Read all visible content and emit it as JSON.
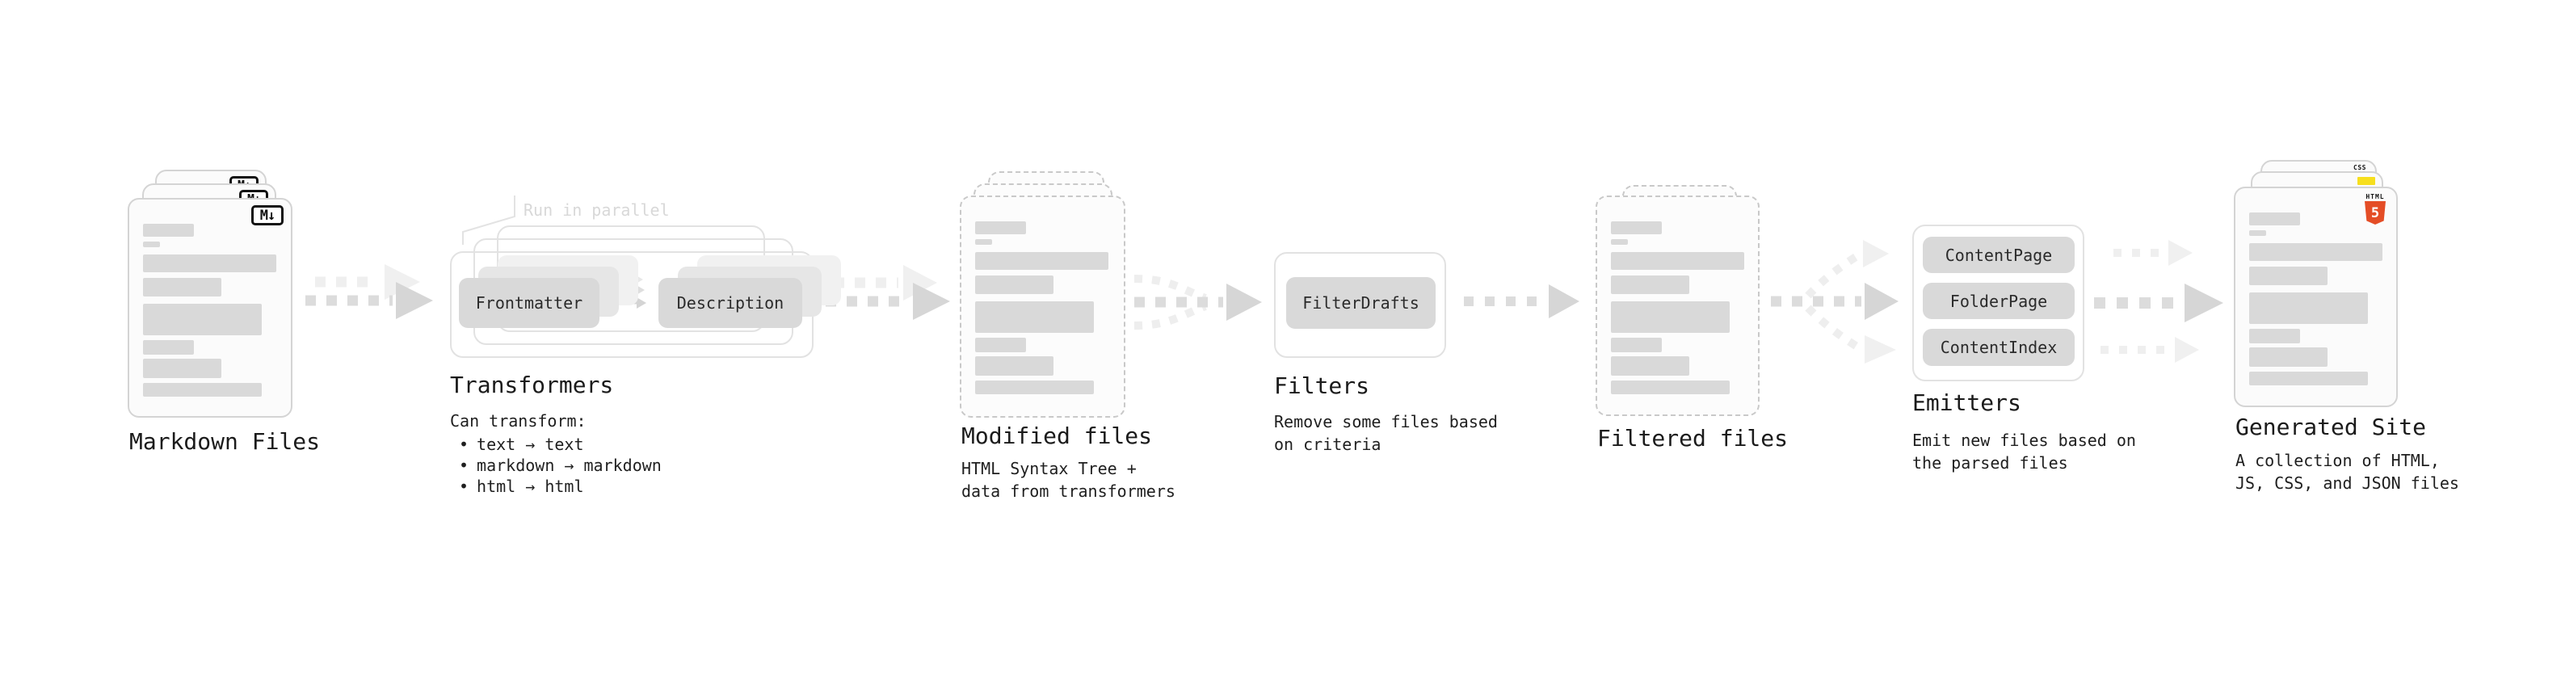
{
  "stages": {
    "markdown_files": {
      "label": "Markdown Files",
      "icon_label": "M↓"
    },
    "transformers": {
      "label": "Transformers",
      "parallel_note": "Run in parallel",
      "box_left": "Frontmatter",
      "box_right": "Description",
      "can_transform_title": "Can transform:",
      "bullet_glyph": "•",
      "bullets": [
        "text → text",
        "markdown → markdown",
        "html → html"
      ]
    },
    "modified_files": {
      "label": "Modified files",
      "caption": "HTML Syntax Tree +\ndata from transformers"
    },
    "filters": {
      "label": "Filters",
      "box": "FilterDrafts",
      "caption": "Remove some files based\non criteria"
    },
    "filtered_files": {
      "label": "Filtered files"
    },
    "emitters": {
      "label": "Emitters",
      "boxes": [
        "ContentPage",
        "FolderPage",
        "ContentIndex"
      ],
      "caption": "Emit new files based on\nthe parsed files"
    },
    "generated_site": {
      "label": "Generated Site",
      "caption": "A collection of HTML,\nJS, CSS, and JSON files",
      "html5_icon_text": "HTML",
      "html5_icon_numeral": "5",
      "css_icon_text": "CSS"
    }
  },
  "colors": {
    "html5_orange": "#e44d26",
    "js_yellow": "#f7df1e",
    "css_blue": "#2965f1"
  }
}
